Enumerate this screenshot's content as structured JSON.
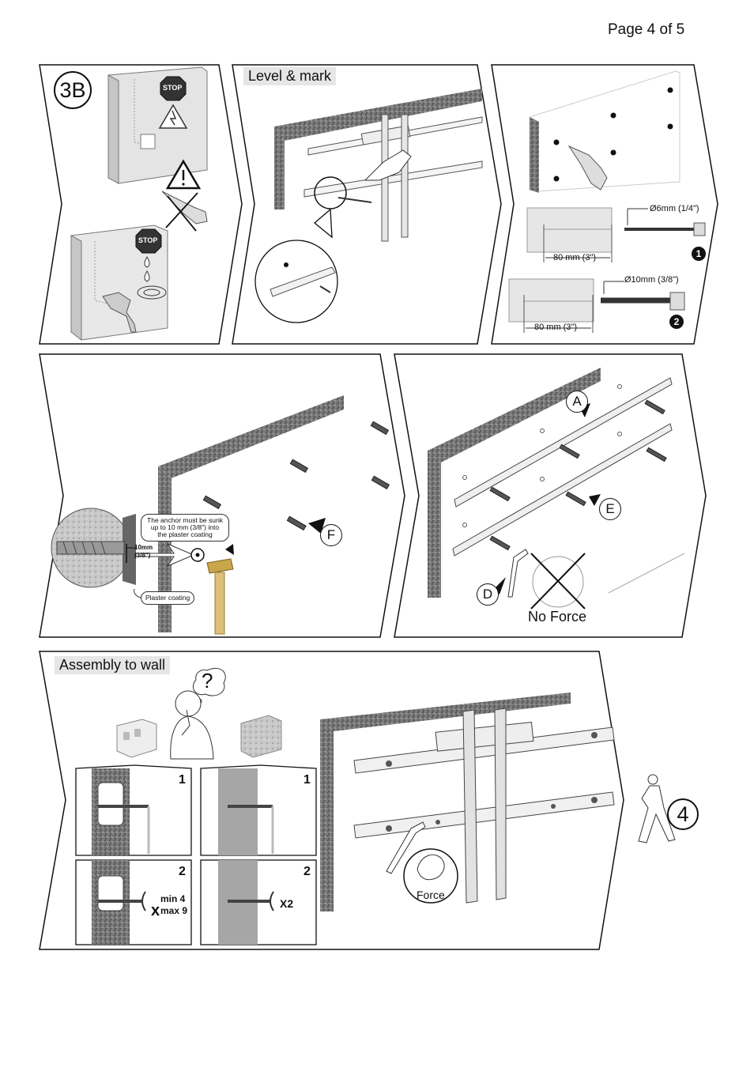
{
  "page": {
    "number_text": "Page 4 of 5"
  },
  "step_3b": {
    "label": "3B"
  },
  "stop_signs": [
    "STOP",
    "STOP"
  ],
  "level_panel": {
    "title": "Level & mark"
  },
  "drill_panel": {
    "bit1_label": "Ø6mm (1/4\")",
    "bit1_depth": "80  mm (3\")",
    "bit1_num": "1",
    "bit2_label": "Ø10mm (3/8\")",
    "bit2_depth": "80  mm (3\")",
    "bit2_num": "2"
  },
  "anchor_panel": {
    "note": "The anchor must be sunk up to 10 mm (3/8\") into the plaster coating",
    "depth_label_1": "10mm",
    "depth_label_2": "(3/8\")",
    "plaster_label": "Plaster coating",
    "callout_f": "F"
  },
  "rails_panel": {
    "callout_a": "A",
    "callout_e": "E",
    "callout_d": "D",
    "no_force": "No Force"
  },
  "assembly_panel": {
    "title": "Assembly to wall",
    "question": "?",
    "box1_step": "1",
    "box2_step": "1",
    "box3_step": "2",
    "box4_step": "2",
    "box3_qty_x": "x",
    "box3_min": "min  4",
    "box3_max": "max 9",
    "box4_qty": "X2",
    "force_label": "Force"
  },
  "step_4": {
    "label": "4"
  }
}
